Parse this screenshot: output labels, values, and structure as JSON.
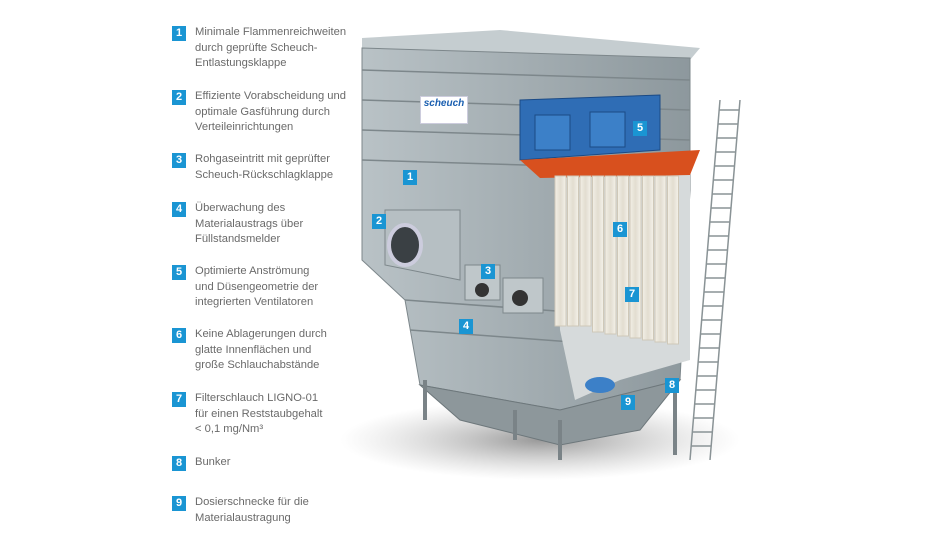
{
  "legend": [
    {
      "number": "1",
      "lines": [
        "Minimale Flammenreichweiten",
        "durch geprüfte Scheuch-",
        "Entlastungsklappe"
      ]
    },
    {
      "number": "2",
      "lines": [
        "Effiziente Vorabscheidung und",
        "optimale Gasführung durch",
        "Verteileinrichtungen"
      ]
    },
    {
      "number": "3",
      "lines": [
        "Rohgaseintritt mit geprüfter",
        "Scheuch-Rückschlagklappe"
      ]
    },
    {
      "number": "4",
      "lines": [
        "Überwachung des",
        "Materialaustrags über",
        "Füllstandsmelder"
      ]
    },
    {
      "number": "5",
      "lines": [
        "Optimierte Anströmung",
        "und Düsengeometrie der",
        "integrierten Ventilatoren"
      ]
    },
    {
      "number": "6",
      "lines": [
        "Keine Ablagerungen durch",
        "glatte Innenflächen und",
        "große Schlauchabstände"
      ]
    },
    {
      "number": "7",
      "lines": [
        "Filterschlauch LIGNO-01",
        "für einen Reststaubgehalt",
        "< 0,1 mg/Nm³"
      ]
    },
    {
      "number": "8",
      "lines": [
        "Bunker"
      ]
    },
    {
      "number": "9",
      "lines": [
        "Dosierschnecke für die",
        "Materialaustragung"
      ]
    }
  ],
  "logo_text": "scheuch",
  "colors": {
    "accent": "#1a95d3",
    "housing": "#a9b3b7",
    "fan": "#2f6db5",
    "frame": "#d8501e"
  }
}
